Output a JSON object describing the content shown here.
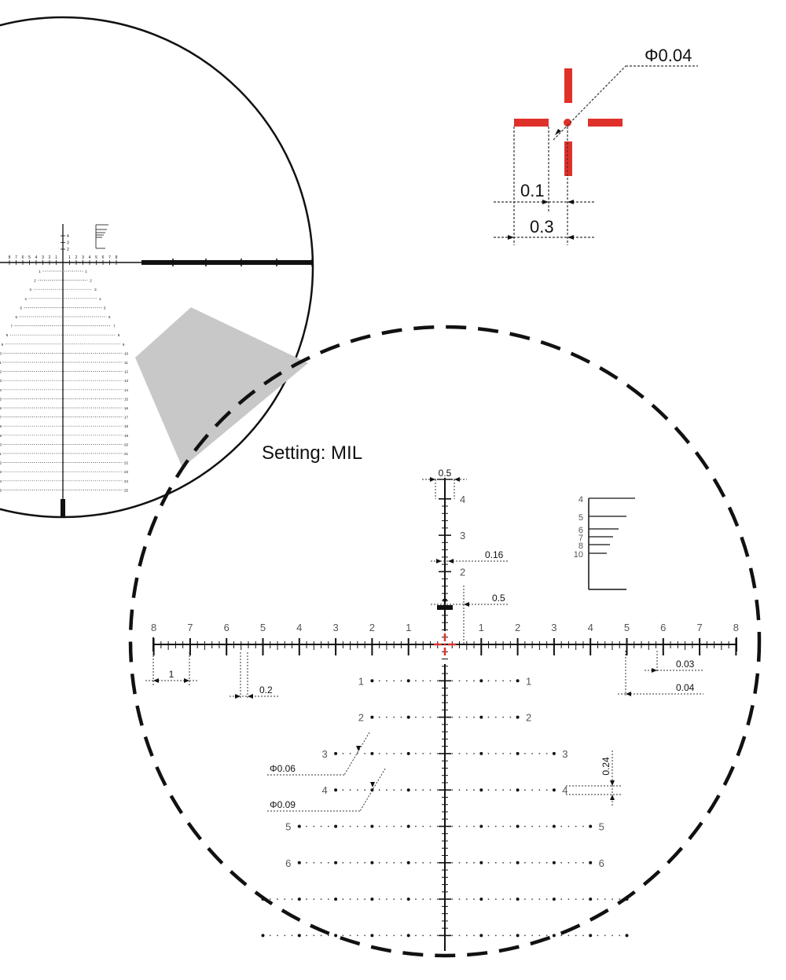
{
  "setting_label": "Setting: MIL",
  "colors": {
    "red": "#e0302a",
    "ink": "#111111",
    "grey": "#555555",
    "wedge": "#c8c8c8"
  },
  "center_dot": {
    "diameter_label": "Φ0.04",
    "gap_label": "0.1",
    "bar_label": "0.3"
  },
  "reticle": {
    "horizontal_ticks_left": [
      "8",
      "7",
      "6",
      "5",
      "4",
      "3",
      "2",
      "1"
    ],
    "horizontal_ticks_right": [
      "1",
      "2",
      "3",
      "4",
      "5",
      "6",
      "7",
      "8"
    ],
    "vertical_ticks_up": [
      "2",
      "3",
      "4"
    ],
    "holdover_rows": [
      "1",
      "2",
      "3",
      "4",
      "5",
      "6"
    ],
    "rangefinder_labels": [
      "4",
      "5",
      "6",
      "7",
      "8",
      "10"
    ],
    "dims": {
      "top_post_width": "0.5",
      "thick_post_width": "0.5",
      "small_tick": "0.16",
      "mil_spacing": "1",
      "half_tick": "0.2",
      "fine_tick_a": "0.03",
      "fine_tick_b": "0.04",
      "dot_small": "Φ0.06",
      "dot_large": "Φ0.09",
      "row_gap": "0.24"
    }
  },
  "overview": {
    "h_labels": [
      "8",
      "7",
      "6",
      "5",
      "4",
      "3",
      "2",
      "1",
      "1",
      "2",
      "3",
      "4",
      "5",
      "6",
      "7",
      "8"
    ],
    "v_labels_up": [
      "4",
      "3",
      "2"
    ],
    "holdover_rows": [
      "1",
      "2",
      "3",
      "4",
      "5",
      "6",
      "7",
      "8",
      "9",
      "10",
      "11",
      "12",
      "13",
      "14",
      "15",
      "16",
      "17",
      "18",
      "19",
      "20",
      "21",
      "22",
      "23",
      "24",
      "25"
    ]
  }
}
